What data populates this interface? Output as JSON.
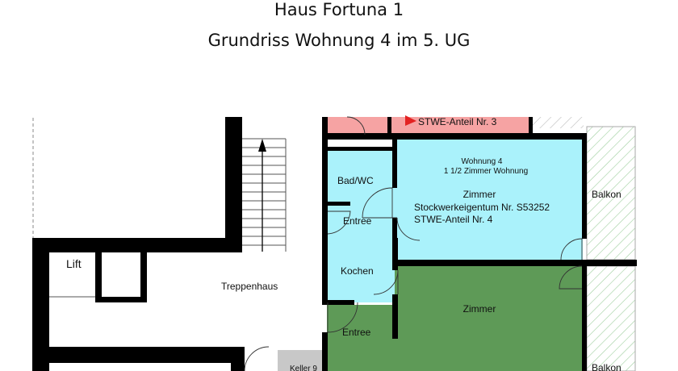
{
  "header": {
    "title": "Haus Fortuna 1",
    "subtitle": "Grundriss Wohnung 4 im 5. UG"
  },
  "plan": {
    "labels": {
      "stwe3": "STWE-Anteil Nr. 3",
      "wohnung": "Wohnung 4",
      "wohnung_typ": "1 1/2 Zimmer Wohnung",
      "zimmer1": "Zimmer",
      "stockwerk": "Stockwerkeigentum Nr. S53252",
      "stwe4": "STWE-Anteil Nr. 4",
      "balkon1": "Balkon",
      "bad": "Bad/WC",
      "entree1": "Entree",
      "kochen": "Kochen",
      "lift": "Lift",
      "treppenhaus": "Treppenhaus",
      "zimmer2": "Zimmer",
      "entree2": "Entree",
      "keller": "Keller 9",
      "balkon2": "Balkon"
    },
    "colors": {
      "unit4": "#aaf2fb",
      "unit_green": "#5e9a57",
      "unit3": "#f6a3a3",
      "wall": "#000000",
      "keller": "#c8c8c8"
    }
  }
}
